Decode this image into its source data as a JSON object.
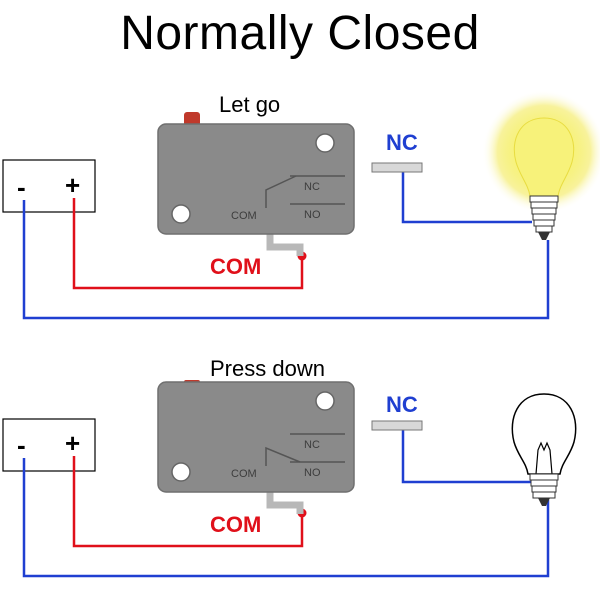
{
  "title": "Normally Closed",
  "panels": [
    {
      "state": "Let go",
      "nc_label": "NC",
      "com_label": "COM",
      "switch_nc": "NC",
      "switch_no": "NO",
      "switch_com": "COM",
      "minus": "-",
      "plus": "+",
      "lamp": "on"
    },
    {
      "state": "Press down",
      "nc_label": "NC",
      "com_label": "COM",
      "switch_nc": "NC",
      "switch_no": "NO",
      "switch_com": "COM",
      "minus": "-",
      "plus": "+",
      "lamp": "off"
    }
  ],
  "colors": {
    "nc_wire": "#1f3fd1",
    "com_wire": "#e0101a",
    "switch_body": "#8a8a8a",
    "button": "#c0392b",
    "bulb_glow": "#f7f27a"
  }
}
